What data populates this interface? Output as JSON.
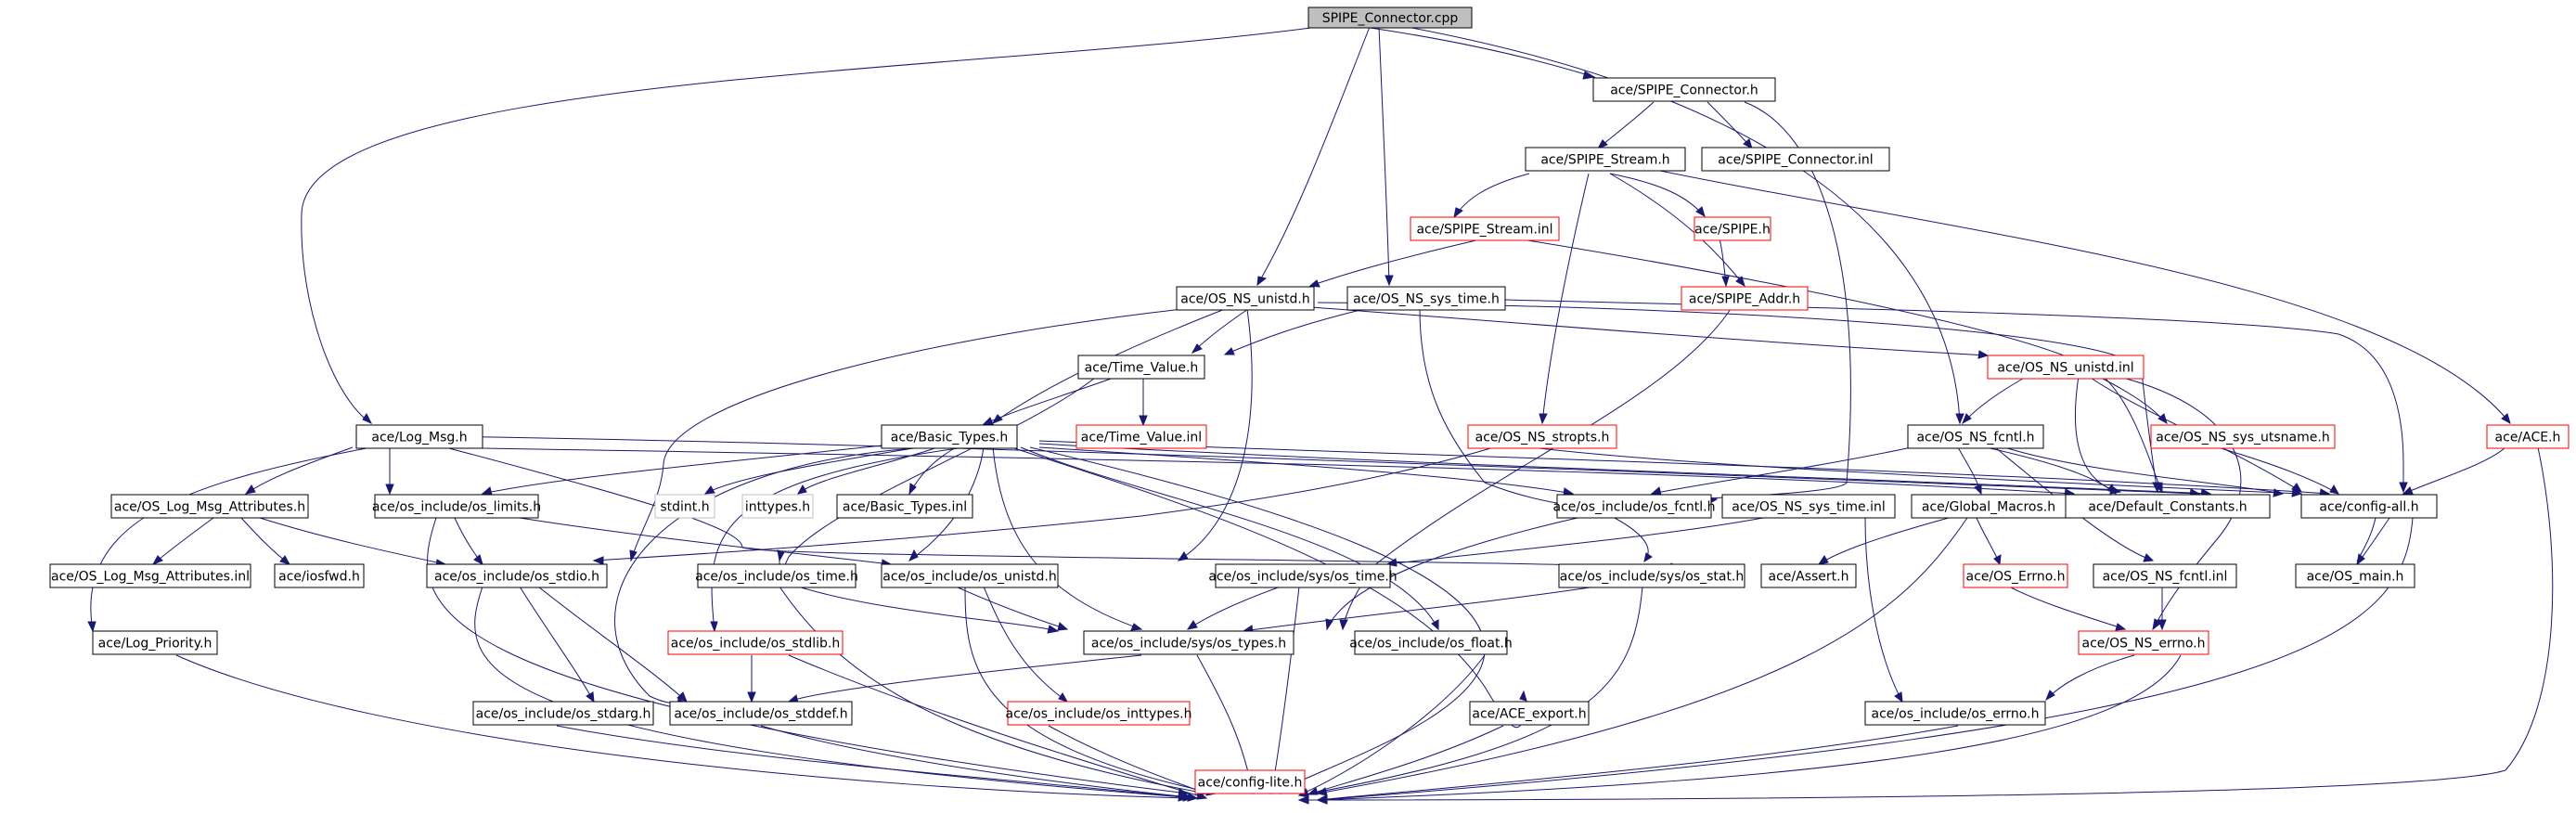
{
  "colors": {
    "background": "#ffffff",
    "edge": "#191970",
    "root_fill": "#bfbfbf",
    "border_default": "#000000",
    "border_truncated": "#ff0000",
    "border_system": "#bfbfbf",
    "text": "#000000"
  },
  "nodes": [
    {
      "id": "n0",
      "label": "SPIPE_Connector.cpp",
      "kind": "root"
    },
    {
      "id": "n1",
      "label": "ace/SPIPE_Connector.h",
      "kind": "normal"
    },
    {
      "id": "n2",
      "label": "ace/SPIPE_Stream.h",
      "kind": "normal"
    },
    {
      "id": "n3",
      "label": "ace/SPIPE_Connector.inl",
      "kind": "normal"
    },
    {
      "id": "n4",
      "label": "ace/SPIPE_Stream.inl",
      "kind": "truncated"
    },
    {
      "id": "n5",
      "label": "ace/SPIPE.h",
      "kind": "truncated"
    },
    {
      "id": "n6",
      "label": "ace/OS_NS_unistd.h",
      "kind": "normal"
    },
    {
      "id": "n7",
      "label": "ace/OS_NS_sys_time.h",
      "kind": "normal"
    },
    {
      "id": "n8",
      "label": "ace/SPIPE_Addr.h",
      "kind": "truncated"
    },
    {
      "id": "n9",
      "label": "ace/Time_Value.h",
      "kind": "normal"
    },
    {
      "id": "n10",
      "label": "ace/OS_NS_unistd.inl",
      "kind": "truncated"
    },
    {
      "id": "n11",
      "label": "ace/Log_Msg.h",
      "kind": "normal"
    },
    {
      "id": "n12",
      "label": "ace/Basic_Types.h",
      "kind": "normal"
    },
    {
      "id": "n13",
      "label": "ace/Time_Value.inl",
      "kind": "truncated"
    },
    {
      "id": "n14",
      "label": "ace/OS_NS_stropts.h",
      "kind": "truncated"
    },
    {
      "id": "n15",
      "label": "ace/OS_NS_fcntl.h",
      "kind": "normal"
    },
    {
      "id": "n16",
      "label": "ace/OS_NS_sys_utsname.h",
      "kind": "truncated"
    },
    {
      "id": "n17",
      "label": "ace/ACE.h",
      "kind": "truncated"
    },
    {
      "id": "n18",
      "label": "ace/OS_Log_Msg_Attributes.h",
      "kind": "normal"
    },
    {
      "id": "n19",
      "label": "ace/os_include/os_limits.h",
      "kind": "normal"
    },
    {
      "id": "n20",
      "label": "stdint.h",
      "kind": "system"
    },
    {
      "id": "n21",
      "label": "inttypes.h",
      "kind": "system"
    },
    {
      "id": "n22",
      "label": "ace/Basic_Types.inl",
      "kind": "normal"
    },
    {
      "id": "n23",
      "label": "ace/os_include/os_fcntl.h",
      "kind": "normal"
    },
    {
      "id": "n24",
      "label": "ace/OS_NS_sys_time.inl",
      "kind": "normal"
    },
    {
      "id": "n25",
      "label": "ace/Global_Macros.h",
      "kind": "normal"
    },
    {
      "id": "n26",
      "label": "ace/Default_Constants.h",
      "kind": "normal"
    },
    {
      "id": "n27",
      "label": "ace/config-all.h",
      "kind": "normal"
    },
    {
      "id": "n28",
      "label": "ace/OS_Log_Msg_Attributes.inl",
      "kind": "normal"
    },
    {
      "id": "n29",
      "label": "ace/iosfwd.h",
      "kind": "normal"
    },
    {
      "id": "n30",
      "label": "ace/os_include/os_stdio.h",
      "kind": "normal"
    },
    {
      "id": "n31",
      "label": "ace/os_include/os_time.h",
      "kind": "normal"
    },
    {
      "id": "n32",
      "label": "ace/os_include/os_unistd.h",
      "kind": "normal"
    },
    {
      "id": "n33",
      "label": "ace/os_include/sys/os_time.h",
      "kind": "normal"
    },
    {
      "id": "n34",
      "label": "ace/os_include/sys/os_stat.h",
      "kind": "normal"
    },
    {
      "id": "n35",
      "label": "ace/Assert.h",
      "kind": "normal"
    },
    {
      "id": "n36",
      "label": "ace/OS_Errno.h",
      "kind": "truncated"
    },
    {
      "id": "n37",
      "label": "ace/OS_NS_fcntl.inl",
      "kind": "normal"
    },
    {
      "id": "n38",
      "label": "ace/OS_main.h",
      "kind": "normal"
    },
    {
      "id": "n39",
      "label": "ace/Log_Priority.h",
      "kind": "normal"
    },
    {
      "id": "n40",
      "label": "ace/os_include/os_stdlib.h",
      "kind": "truncated"
    },
    {
      "id": "n41",
      "label": "ace/os_include/sys/os_types.h",
      "kind": "normal"
    },
    {
      "id": "n42",
      "label": "ace/os_include/os_float.h",
      "kind": "normal"
    },
    {
      "id": "n43",
      "label": "ace/OS_NS_errno.h",
      "kind": "truncated"
    },
    {
      "id": "n44",
      "label": "ace/os_include/os_stdarg.h",
      "kind": "normal"
    },
    {
      "id": "n45",
      "label": "ace/os_include/os_stddef.h",
      "kind": "normal"
    },
    {
      "id": "n46",
      "label": "ace/os_include/os_inttypes.h",
      "kind": "truncated"
    },
    {
      "id": "n47",
      "label": "ace/ACE_export.h",
      "kind": "normal"
    },
    {
      "id": "n48",
      "label": "ace/os_include/os_errno.h",
      "kind": "normal"
    },
    {
      "id": "n49",
      "label": "ace/config-lite.h",
      "kind": "truncated"
    }
  ]
}
